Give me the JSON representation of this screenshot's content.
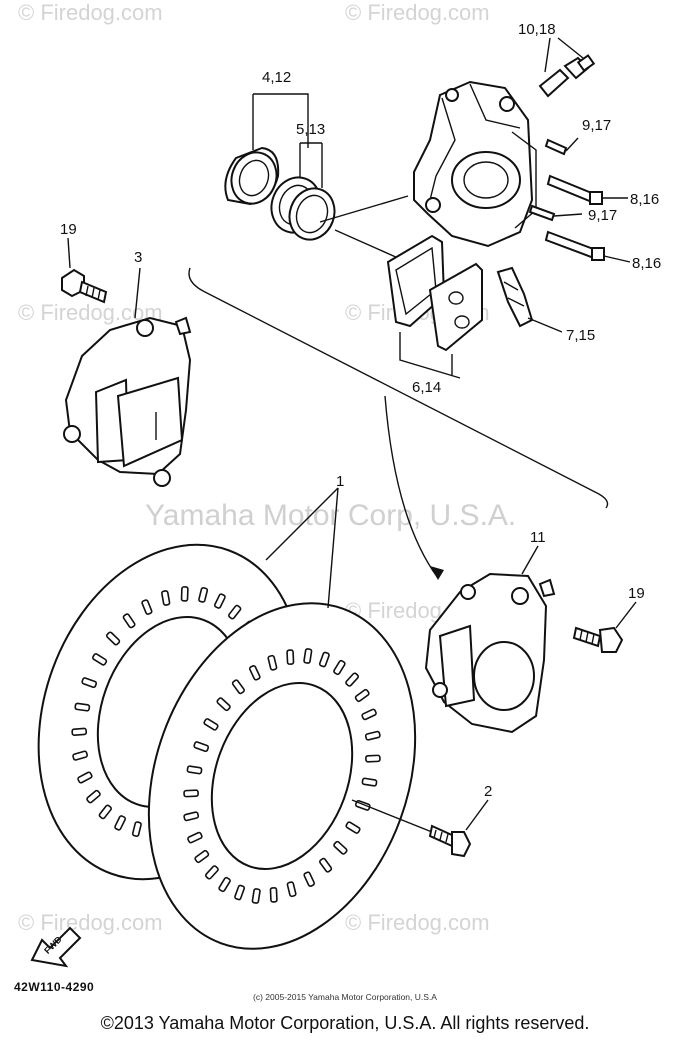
{
  "watermarks": {
    "site": "© Firedog.com",
    "corp": "Yamaha Motor Corp, U.S.A."
  },
  "callouts": {
    "c1": "1",
    "c2": "2",
    "c3": "3",
    "c412": "4,12",
    "c513": "5,13",
    "c614": "6,14",
    "c715": "7,15",
    "c816a": "8,16",
    "c816b": "8,16",
    "c917a": "9,17",
    "c917b": "9,17",
    "c1018": "10,18",
    "c11": "11",
    "c19a": "19",
    "c19b": "19"
  },
  "fwd_label": "FWD",
  "part_code": "42W110-4290",
  "small_credit": "(c) 2005-2015 Yamaha Motor Corporation, U.S.A",
  "copyright": "©2013 Yamaha Motor Corporation, U.S.A. All rights reserved."
}
